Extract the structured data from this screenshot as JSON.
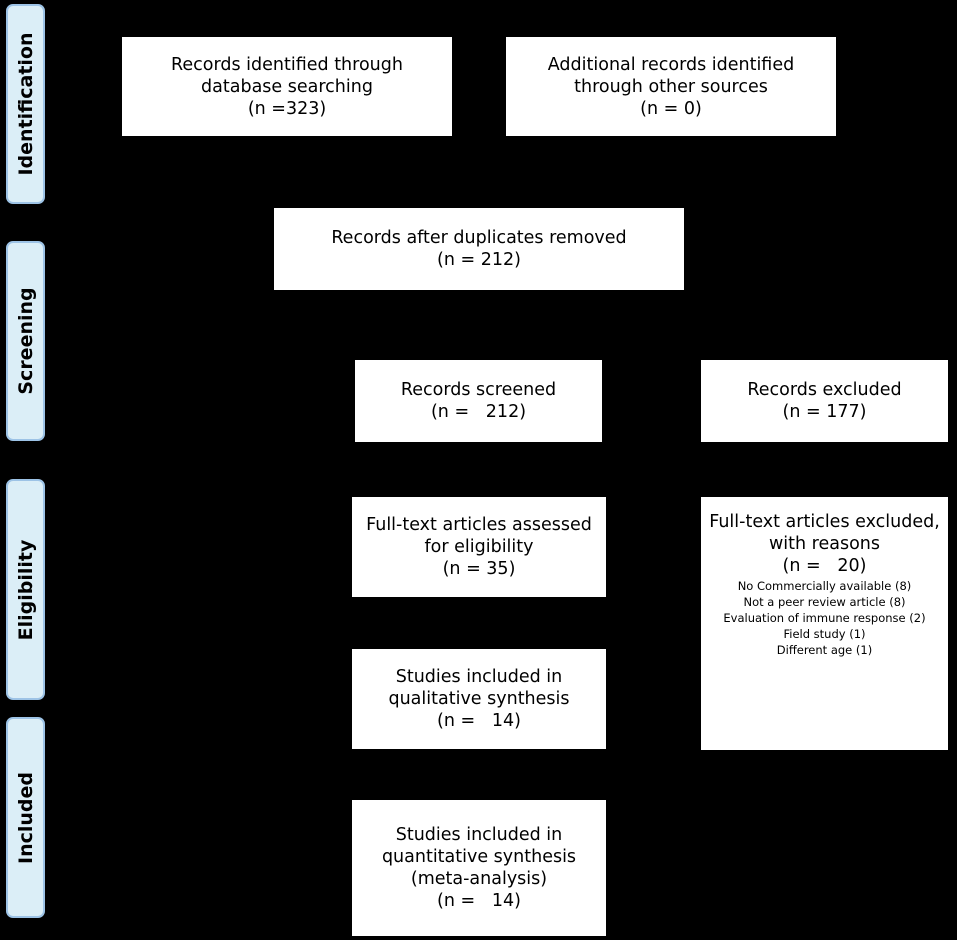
{
  "stages": {
    "identification": "Identification",
    "screening": "Screening",
    "eligibility": "Eligibility",
    "included": "Included"
  },
  "boxes": {
    "records_identified": {
      "line1": "Records identified through",
      "line2": "database searching",
      "line3": "(n =323)"
    },
    "additional_records": {
      "line1": "Additional records identified",
      "line2": "through other sources",
      "line3": "(n = 0)"
    },
    "duplicates_removed": {
      "line1": "Records after duplicates removed",
      "line2": "(n = 212)"
    },
    "records_screened": {
      "line1": "Records screened",
      "line2": "(n =   212)"
    },
    "records_excluded": {
      "line1": "Records excluded",
      "line2": "(n = 177)"
    },
    "fulltext_assessed": {
      "line1": "Full-text articles assessed",
      "line2": "for eligibility",
      "line3": "(n = 35)"
    },
    "fulltext_excluded": {
      "line1": "Full-text articles excluded,",
      "line2": "with reasons",
      "line3": "(n =   20)",
      "reasons": [
        "No Commercially available (8)",
        "Not a peer review article (8)",
        "Evaluation of immune response (2)",
        "Field study (1)",
        "Different age (1)"
      ]
    },
    "qualitative": {
      "line1": "Studies included in",
      "line2": "qualitative synthesis",
      "line3": "(n =   14)"
    },
    "quantitative": {
      "line1": "Studies included in",
      "line2": "quantitative synthesis",
      "line3": "(meta-analysis)",
      "line4": "(n =   14)"
    }
  },
  "colors": {
    "background": "#000000",
    "box": "#ffffff",
    "stage_fill": "#dbeef7",
    "stage_border": "#9dc3e6"
  }
}
